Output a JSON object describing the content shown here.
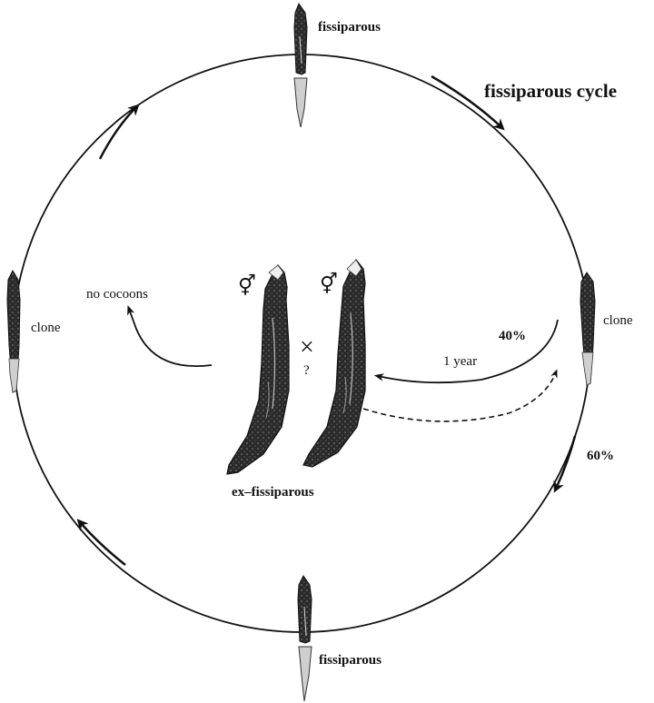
{
  "labels": {
    "cycle_title": "fissiparous cycle",
    "fissiparous_top": "fissiparous",
    "fissiparous_bottom": "fissiparous",
    "clone_left": "clone",
    "clone_right": "clone",
    "no_cocoons": "no cocoons",
    "ex_fissiparous": "ex–fissiparous",
    "pct_40": "40%",
    "pct_60": "60%",
    "one_year": "1 year",
    "cross": "×",
    "question": "?",
    "sex_symbol_left": "⚥",
    "sex_symbol_right": "⚥"
  },
  "colors": {
    "line": "#111111",
    "worm_body": "#2a2a2a",
    "worm_light": "#d8d8d8"
  }
}
